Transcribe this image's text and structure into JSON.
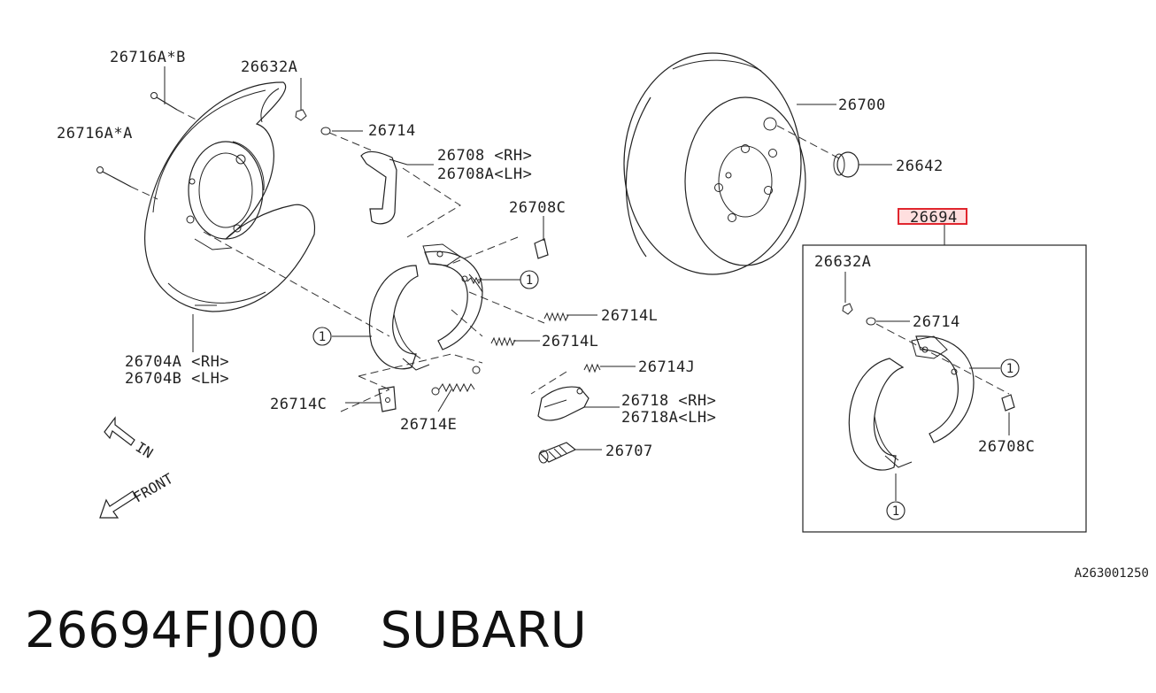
{
  "labels": {
    "p26716AB": "26716A*B",
    "p26632A_top": "26632A",
    "p26716AA": "26716A*A",
    "p26714_top": "26714",
    "p26708_rh": "26708 <RH>",
    "p26708A_lh": "26708A<LH>",
    "p26708C_top": "26708C",
    "p26700": "26700",
    "p26642": "26642",
    "p26694": "26694",
    "p26632A_kit": "26632A",
    "p26714_kit": "26714",
    "p26708C_kit": "26708C",
    "p26714L_a": "26714L",
    "p26714L_b": "26714L",
    "p26714J": "26714J",
    "p26718_rh": "26718 <RH>",
    "p26718A_lh": "26718A<LH>",
    "p26707": "26707",
    "p26714C": "26714C",
    "p26714E": "26714E",
    "p26704A_rh": "26704A <RH>",
    "p26704B_lh": "26704B <LH>"
  },
  "callouts": {
    "shoe_ref": "1"
  },
  "directions": {
    "in": "IN",
    "front": "FRONT"
  },
  "diagram_code": "A263001250",
  "footer": {
    "part_number": "26694FJ000",
    "brand": "SUBARU"
  },
  "colors": {
    "highlight": "#e0262e",
    "line": "#222222"
  }
}
